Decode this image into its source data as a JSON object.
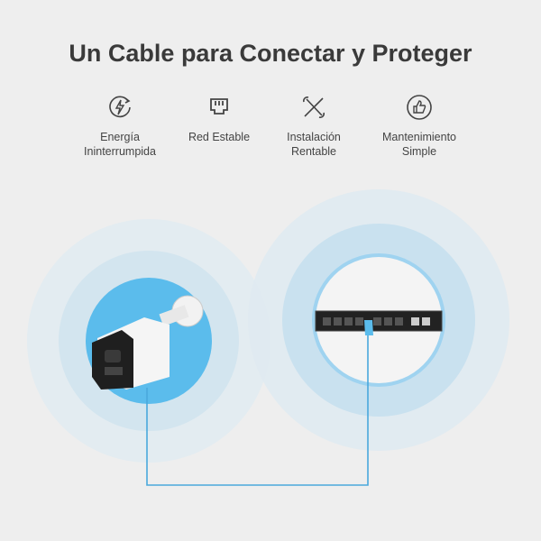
{
  "title": "Un Cable para Conectar y Proteger",
  "features": [
    {
      "icon": "lightning-cycle-icon",
      "line1": "Energía",
      "line2": "Ininterrumpida"
    },
    {
      "icon": "ethernet-port-icon",
      "line1": "Red Estable",
      "line2": ""
    },
    {
      "icon": "tools-icon",
      "line1": "Instalación",
      "line2": "Rentable"
    },
    {
      "icon": "thumbs-up-icon",
      "line1": "Mantenimiento",
      "line2": "Simple"
    }
  ],
  "colors": {
    "accent": "#5bbcec",
    "cable": "#4aa8dc",
    "ring1": "#dfeaf1",
    "ring2": "#cfe3ef"
  }
}
